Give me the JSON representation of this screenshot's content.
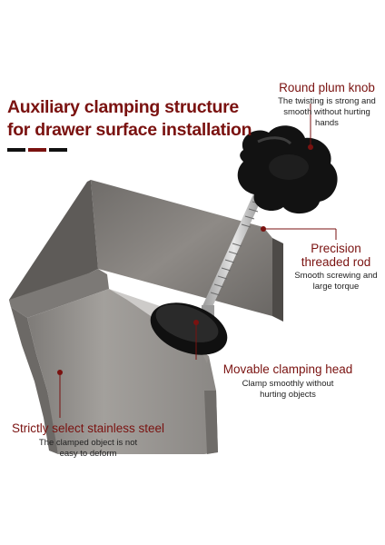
{
  "title": {
    "line1": "Auxiliary clamping structure",
    "line2": "for drawer surface installation"
  },
  "colors": {
    "accent": "#7a1210",
    "dark": "#111111",
    "steel": "#8f8c88"
  },
  "callouts": {
    "knob": {
      "heading": "Round plum knob",
      "sub": "The twisting is strong and smooth without hurting hands"
    },
    "rod": {
      "heading_1": "Precision",
      "heading_2": "threaded rod",
      "sub_1": "Smooth screwing and",
      "sub_2": "large torque"
    },
    "head": {
      "heading": "Movable clamping head",
      "sub_1": "Clamp smoothly without",
      "sub_2": "hurting objects"
    },
    "steel": {
      "heading": "Strictly select stainless steel",
      "sub_1": "The clamped object is not",
      "sub_2": "easy to deform"
    }
  }
}
